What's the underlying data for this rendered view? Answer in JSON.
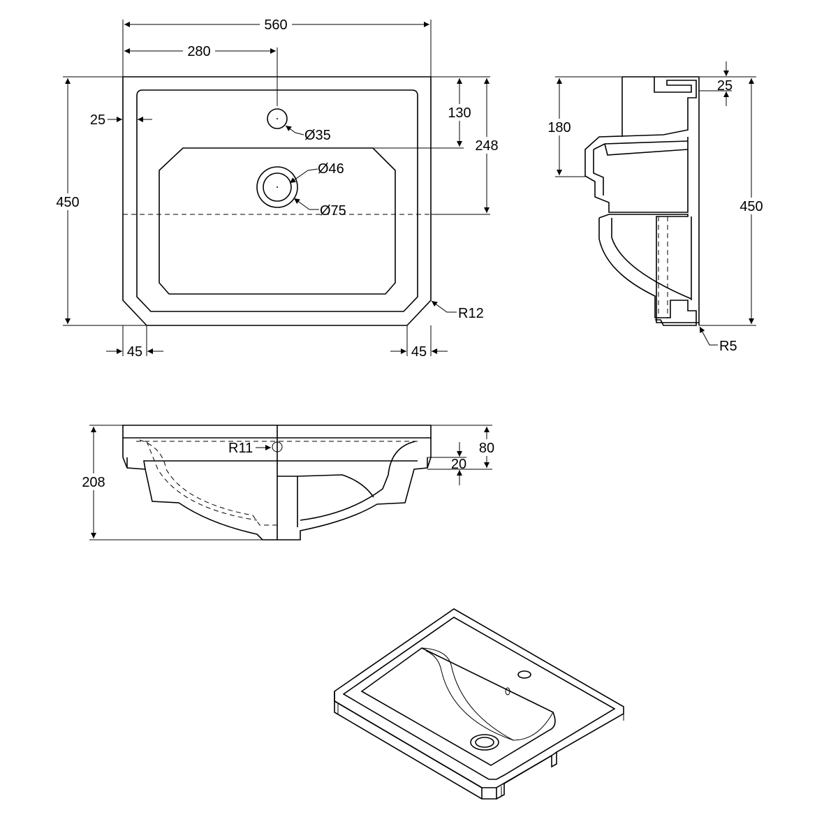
{
  "dimensions": {
    "width_total": "560",
    "center_offset": "280",
    "rim_inset": "25",
    "depth_total_plan": "450",
    "tap_hole_offset": "130",
    "bowl_depth_line": "248",
    "tap_hole_dia": "Ø35",
    "waste_dia": "Ø46",
    "waste_outer_dia": "Ø75",
    "corner_radius": "R12",
    "chamfer_left": "45",
    "chamfer_right": "45",
    "side_height": "180",
    "side_rim": "25",
    "side_depth_total": "450",
    "side_radius": "R5",
    "front_overflow_radius": "R11",
    "front_rim_height": "80",
    "front_lip": "20",
    "front_total_height": "208"
  },
  "views": [
    "plan-view",
    "side-view",
    "front-view",
    "isometric-view"
  ]
}
